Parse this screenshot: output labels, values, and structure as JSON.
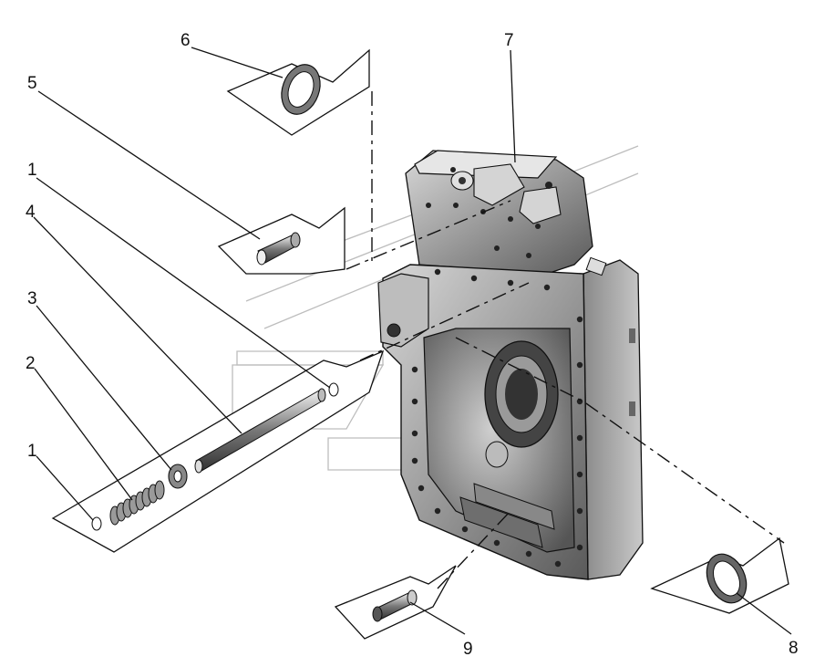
{
  "diagram": {
    "callouts": [
      {
        "id": "c6",
        "label": "6"
      },
      {
        "id": "c5",
        "label": "5"
      },
      {
        "id": "c1a",
        "label": "1"
      },
      {
        "id": "c4",
        "label": "4"
      },
      {
        "id": "c3",
        "label": "3"
      },
      {
        "id": "c2",
        "label": "2"
      },
      {
        "id": "c1b",
        "label": "1"
      },
      {
        "id": "c7",
        "label": "7"
      },
      {
        "id": "c9",
        "label": "9"
      },
      {
        "id": "c8",
        "label": "8"
      }
    ]
  }
}
